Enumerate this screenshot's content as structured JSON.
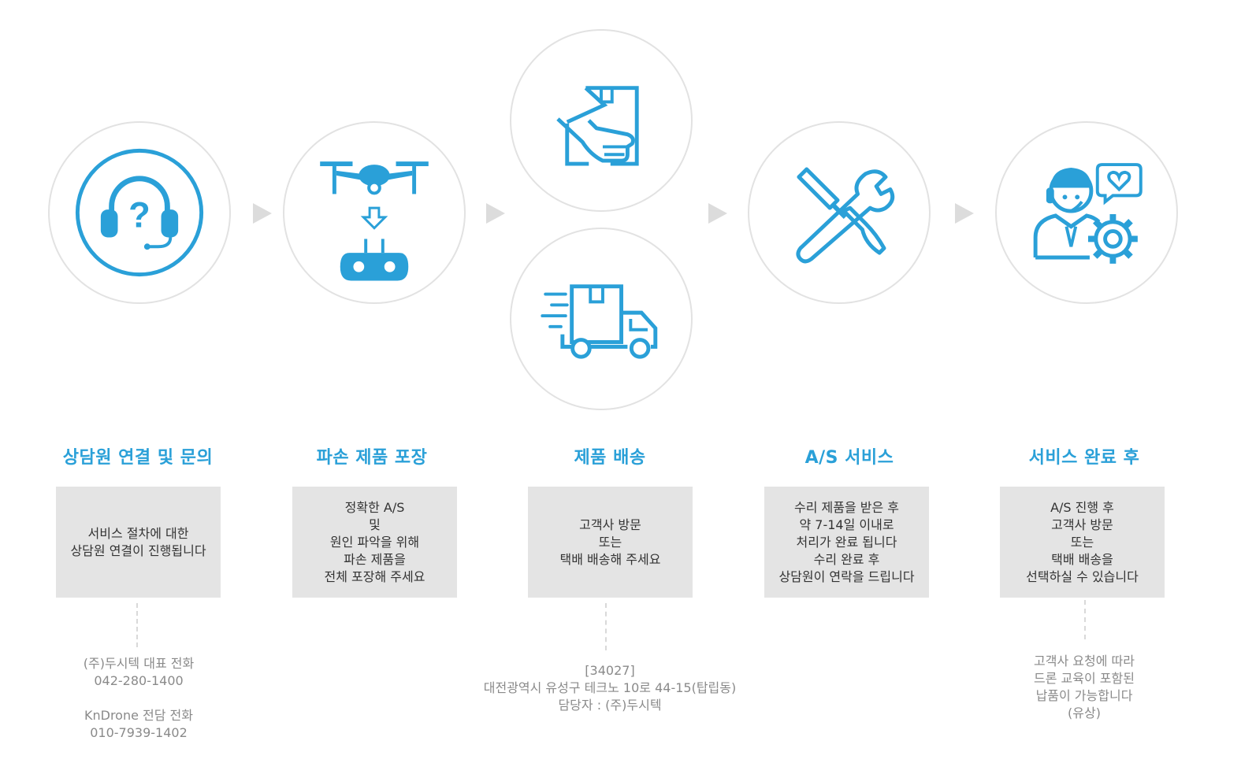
{
  "accent_color": "#2aa0d8",
  "steps": [
    {
      "title": "상담원 연결 및 문의",
      "icon": "headset-question-icon",
      "desc": [
        "서비스 절차에 대한",
        "상담원 연결이 진행됩니다"
      ],
      "note": [
        "(주)두시텍 대표 전화",
        "042-280-1400",
        "",
        "KnDrone 전담 전화",
        "010-7939-1402"
      ]
    },
    {
      "title": "파손 제품 포장",
      "icon": "drone-controller-icon",
      "desc": [
        "정확한 A/S",
        "및",
        "원인 파악을 위해",
        "파손 제품을",
        "전체 포장해 주세요"
      ]
    },
    {
      "title": "제품 배송",
      "icons": [
        "hand-package-icon",
        "delivery-truck-icon"
      ],
      "desc": [
        "고객사 방문",
        "또는",
        "택배 배송해 주세요"
      ],
      "note": [
        "[34027]",
        "대전광역시 유성구 테크노 10로 44-15(탑립동)",
        "담당자 : (주)두시텍"
      ]
    },
    {
      "title": "A/S 서비스",
      "icon": "wrench-screwdriver-icon",
      "desc": [
        "수리 제품을 받은 후",
        "약 7-14일 이내로",
        "처리가 완료 됩니다",
        "수리 완료 후",
        "상담원이 연락을 드립니다"
      ]
    },
    {
      "title": "서비스 완료 후",
      "icon": "support-agent-gear-icon",
      "desc": [
        "A/S 진행 후",
        "고객사 방문",
        "또는",
        "택배 배송을",
        "선택하실 수 있습니다"
      ],
      "note": [
        "고객사 요청에 따라",
        "드론 교육이 포함된",
        "납품이 가능합니다",
        "(유상)"
      ]
    }
  ]
}
